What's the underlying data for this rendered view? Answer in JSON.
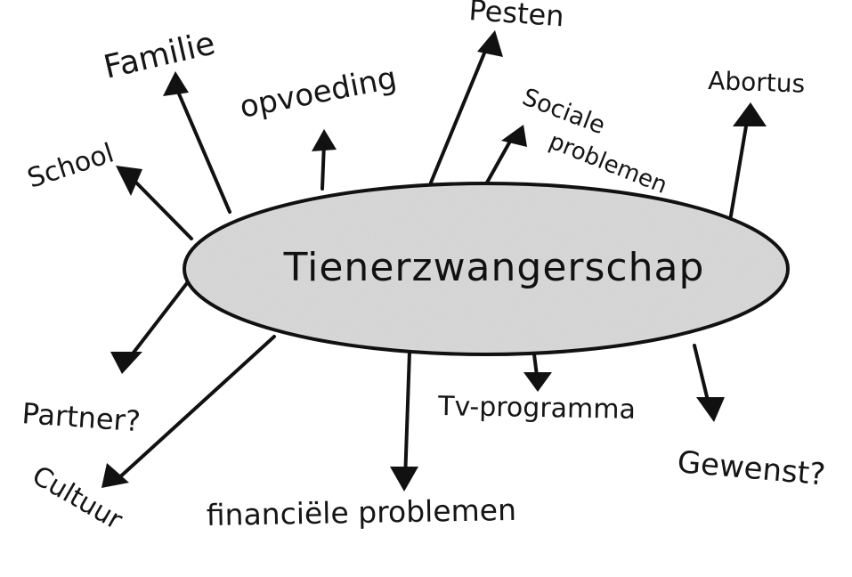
{
  "diagram": {
    "center": "Tienerzwangerschap",
    "branches": [
      {
        "id": "familie",
        "label": "Familie"
      },
      {
        "id": "opvoeding",
        "label": "opvoeding"
      },
      {
        "id": "pesten",
        "label": "Pesten"
      },
      {
        "id": "sociale",
        "label": "Sociale"
      },
      {
        "id": "problemen",
        "label": "problemen"
      },
      {
        "id": "abortus",
        "label": "Abortus"
      },
      {
        "id": "school",
        "label": "School"
      },
      {
        "id": "partner",
        "label": "Partner?"
      },
      {
        "id": "cultuur",
        "label": "Cultuur"
      },
      {
        "id": "financiele",
        "label": "financiële problemen"
      },
      {
        "id": "tv",
        "label": "Tv-programma"
      },
      {
        "id": "gewenst",
        "label": "Gewenst?"
      }
    ]
  },
  "colors": {
    "ink": "#111111",
    "bubble_fill": "#d7d7d7",
    "paper": "#ffffff"
  }
}
